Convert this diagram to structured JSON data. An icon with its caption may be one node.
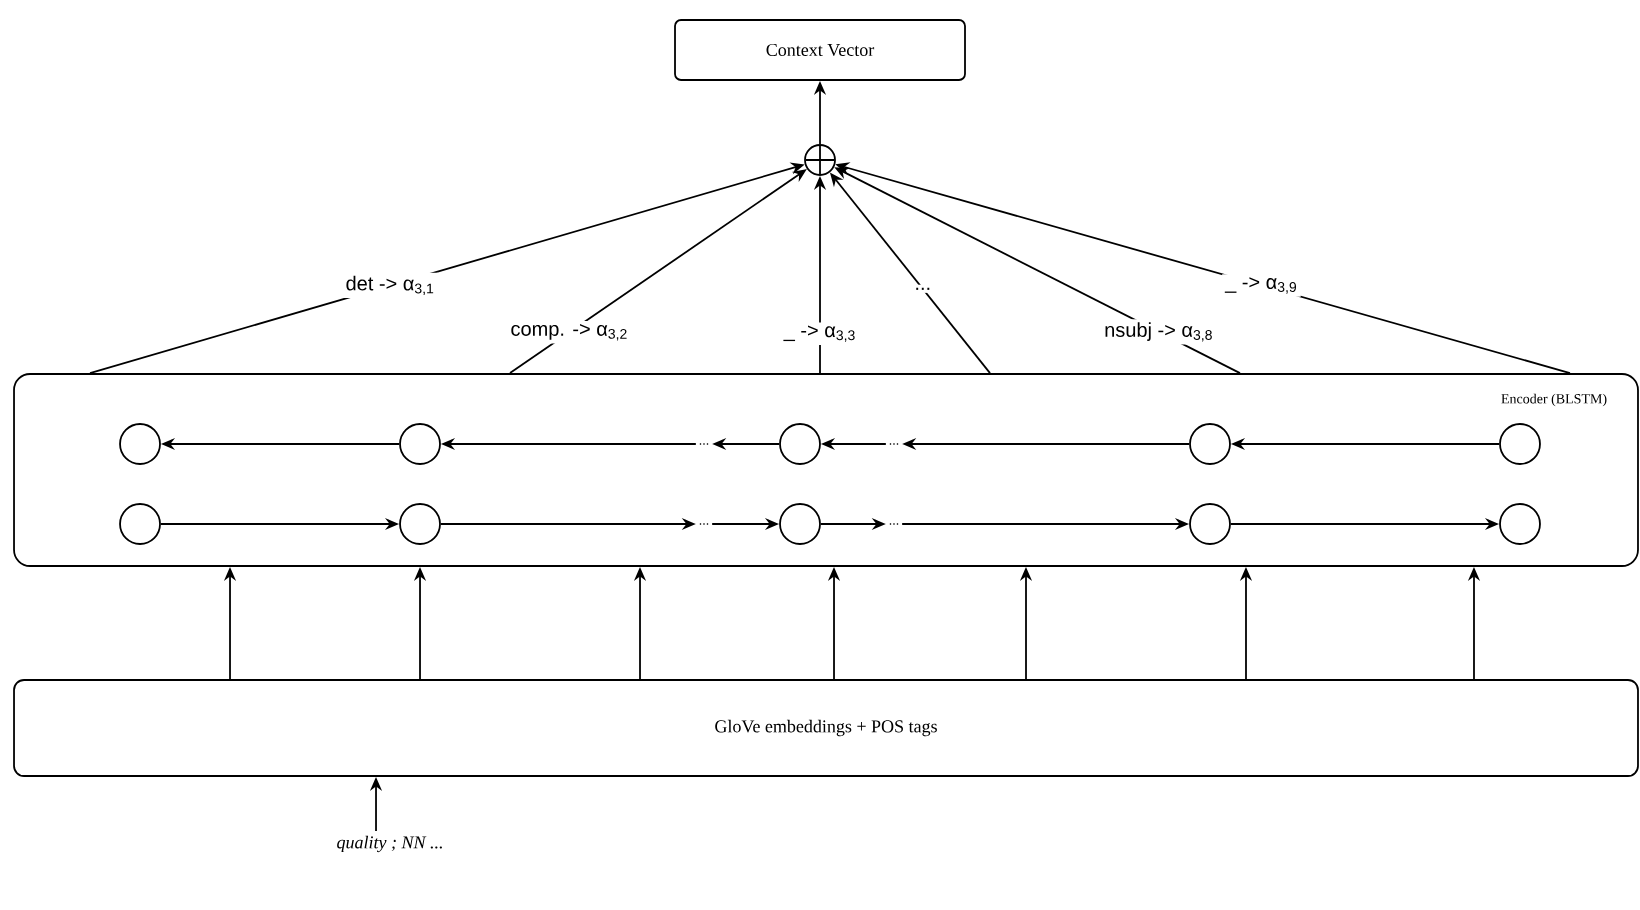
{
  "diagram": {
    "nodes": [
      {
        "text": [
          "Context Vector"
        ]
      },
      {
        "text": [],
        "shape": "circle"
      },
      {
        "text": [
          "Encoder (BLSTM)"
        ]
      },
      {
        "text": [],
        "shape": "circle",
        "in": 2
      },
      {
        "text": [],
        "shape": "circle",
        "in": 2
      },
      {
        "text": [
          "..."
        ],
        "in": 2
      },
      {
        "text": [],
        "shape": "circle",
        "in": 2
      },
      {
        "text": [
          "..."
        ],
        "in": 2
      },
      {
        "text": [],
        "shape": "circle",
        "in": 2
      },
      {
        "text": [],
        "shape": "circle",
        "in": 2
      },
      {
        "text": [],
        "shape": "circle",
        "in": 2
      },
      {
        "text": [],
        "shape": "circle",
        "in": 2
      },
      {
        "text": [
          "..."
        ],
        "in": 2
      },
      {
        "text": [],
        "shape": "circle",
        "in": 2
      },
      {
        "text": [
          "..."
        ],
        "in": 2
      },
      {
        "text": [],
        "shape": "circle",
        "in": 2
      },
      {
        "text": [],
        "shape": "circle",
        "in": 2
      },
      {
        "text": [
          "GloVe embeddings + POS tags"
        ]
      },
      {
        "text": [
          "quality ; NN   ..."
        ]
      }
    ],
    "edges": [
      {
        "from": 1,
        "to": 0,
        "arrow": "to"
      },
      {
        "from": 2,
        "to": 1,
        "arrow": "to",
        "label": "det -> α$_{3,1}$"
      },
      {
        "from": 2,
        "to": 1,
        "arrow": "to",
        "label": "comp. -> α$_{3,2}$"
      },
      {
        "from": 2,
        "to": 1,
        "arrow": "to",
        "label": "_ -> α$_{3,3}$"
      },
      {
        "from": 2,
        "to": 1,
        "arrow": "to",
        "label": "..."
      },
      {
        "from": 2,
        "to": 1,
        "arrow": "to",
        "label": "nsubj -> α$_{3,8}$"
      },
      {
        "from": 2,
        "to": 1,
        "arrow": "to",
        "label": "_ -> α$_{3,9}$"
      },
      {
        "from": 4,
        "to": 3,
        "arrow": "to"
      },
      {
        "from": 5,
        "to": 4,
        "arrow": "to"
      },
      {
        "from": 6,
        "to": 5,
        "arrow": "to"
      },
      {
        "from": 7,
        "to": 6,
        "arrow": "to"
      },
      {
        "from": 8,
        "to": 7,
        "arrow": "to"
      },
      {
        "from": 9,
        "to": 8,
        "arrow": "to"
      },
      {
        "from": 10,
        "to": 11,
        "arrow": "to"
      },
      {
        "from": 11,
        "to": 12,
        "arrow": "to"
      },
      {
        "from": 12,
        "to": 13,
        "arrow": "to"
      },
      {
        "from": 13,
        "to": 14,
        "arrow": "to"
      },
      {
        "from": 14,
        "to": 15,
        "arrow": "to"
      },
      {
        "from": 15,
        "to": 16,
        "arrow": "to"
      },
      {
        "from": 17,
        "to": 2,
        "arrow": "to"
      },
      {
        "from": 17,
        "to": 2,
        "arrow": "to"
      },
      {
        "from": 17,
        "to": 2,
        "arrow": "to"
      },
      {
        "from": 17,
        "to": 2,
        "arrow": "to"
      },
      {
        "from": 17,
        "to": 2,
        "arrow": "to"
      },
      {
        "from": 17,
        "to": 2,
        "arrow": "to"
      },
      {
        "from": 17,
        "to": 2,
        "arrow": "to"
      },
      {
        "from": 18,
        "to": 17,
        "arrow": "to"
      }
    ]
  }
}
